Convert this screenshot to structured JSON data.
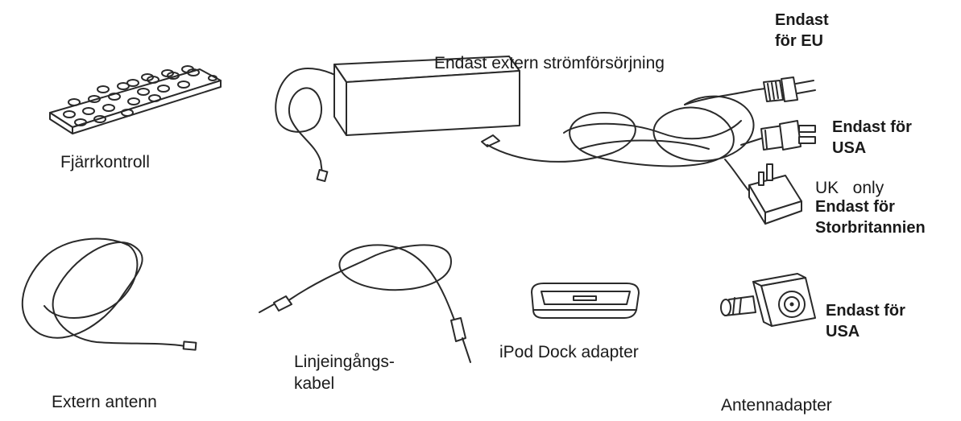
{
  "labels": {
    "remote": "Fjärrkontroll",
    "power_supply": "Endast extern strömförsörjning",
    "eu_only_line1": "Endast",
    "eu_only_line2": "för EU",
    "usa_only_line1": "Endast för",
    "usa_only_line2": "USA",
    "uk_only_original": "UK   only",
    "uk_only_line1": "Endast för",
    "uk_only_line2": "Storbritannien",
    "antenna": "Extern antenn",
    "line_in_line1": "Linjeingångs-",
    "line_in_line2": "kabel",
    "ipod_adapter": "iPod Dock adapter",
    "antenna_usa_line1": "Endast för",
    "antenna_usa_line2": "USA",
    "antenna_adapter": "Antennadapter"
  },
  "icons": {
    "remote": "remote-control-icon",
    "power_supply": "power-supply-icon",
    "eu_plug": "eu-plug-icon",
    "us_plug": "us-plug-icon",
    "uk_plug": "uk-plug-icon",
    "antenna": "antenna-cable-icon",
    "line_in_cable": "line-in-cable-icon",
    "ipod_adapter": "ipod-dock-adapter-icon",
    "antenna_adapter": "antenna-adapter-icon"
  }
}
